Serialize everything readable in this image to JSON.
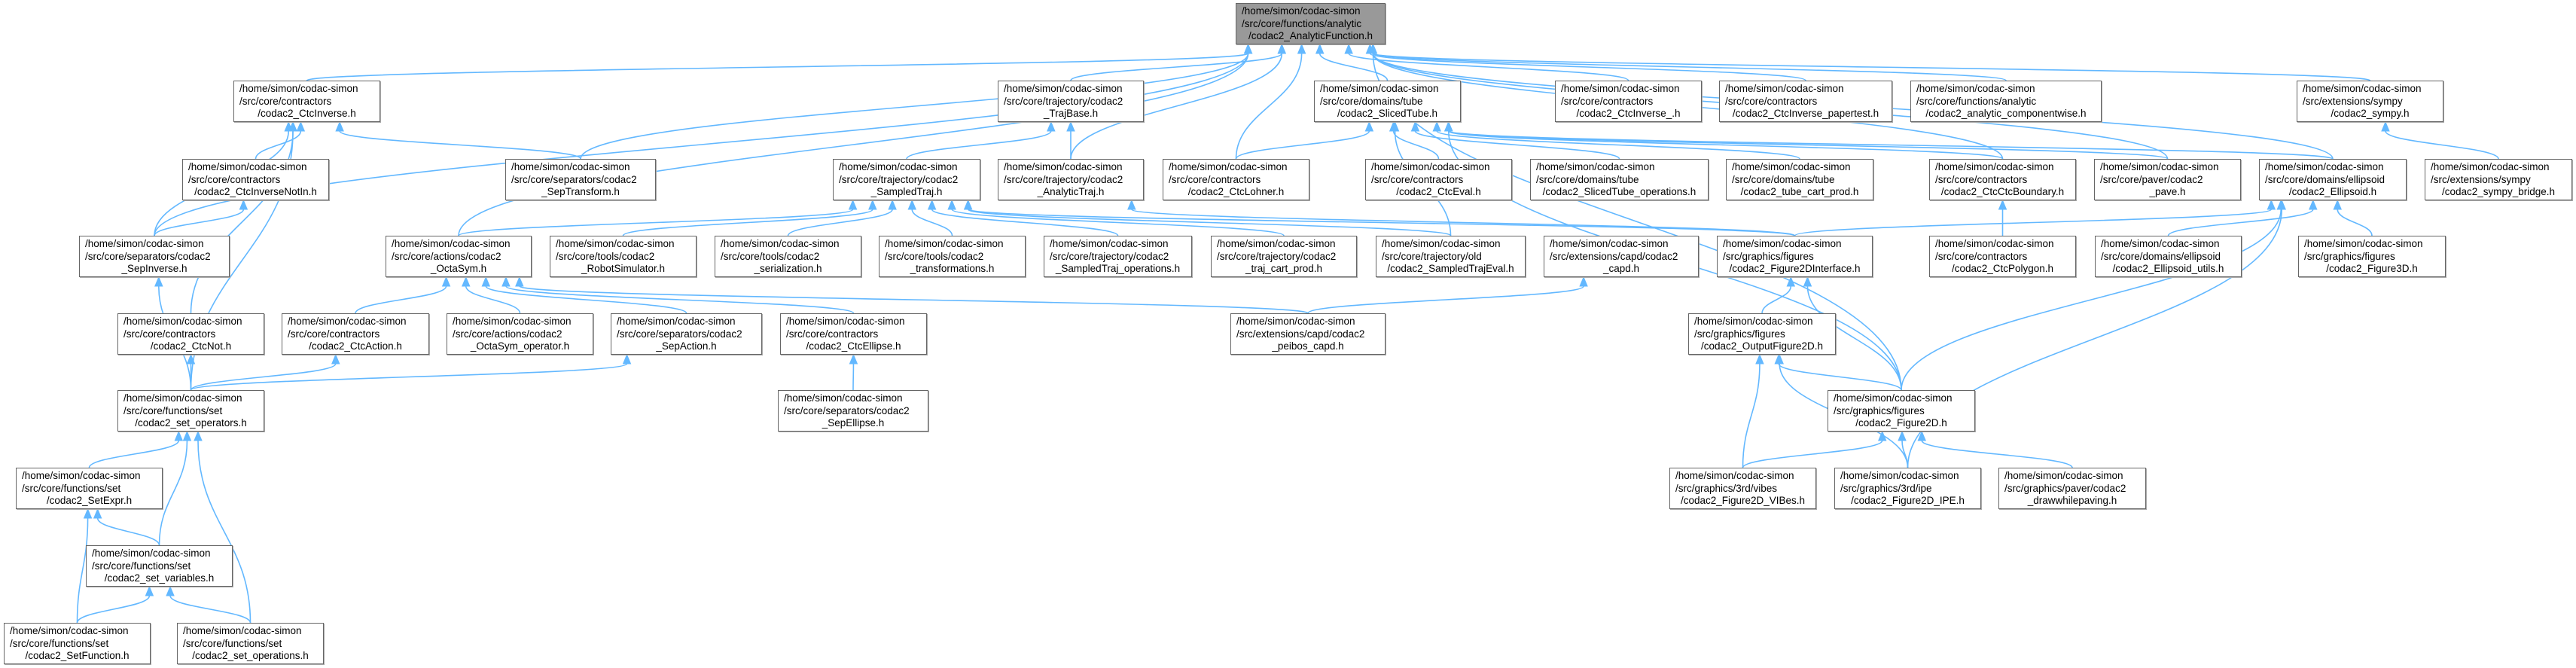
{
  "graph": {
    "edge_color": "#63b8ff",
    "root_fill": "#999999",
    "nodes": [
      {
        "id": "root",
        "lines": [
          "/home/simon/codac-simon",
          "/src/core/functions/analytic",
          "/codac2_AnalyticFunction.h"
        ]
      },
      {
        "id": "ctcinverse",
        "lines": [
          "/home/simon/codac-simon",
          "/src/core/contractors",
          "/codac2_CtcInverse.h"
        ]
      },
      {
        "id": "trajbase",
        "lines": [
          "/home/simon/codac-simon",
          "/src/core/trajectory/codac2",
          "_TrajBase.h"
        ]
      },
      {
        "id": "slicedtube",
        "lines": [
          "/home/simon/codac-simon",
          "/src/core/domains/tube",
          "/codac2_SlicedTube.h"
        ]
      },
      {
        "id": "ctcinverse_",
        "lines": [
          "/home/simon/codac-simon",
          "/src/core/contractors",
          "/codac2_CtcInverse_.h"
        ]
      },
      {
        "id": "papertest",
        "lines": [
          "/home/simon/codac-simon",
          "/src/core/contractors",
          "/codac2_CtcInverse_papertest.h"
        ]
      },
      {
        "id": "componentwise",
        "lines": [
          "/home/simon/codac-simon",
          "/src/core/functions/analytic",
          "/codac2_analytic_componentwise.h"
        ]
      },
      {
        "id": "sympy",
        "lines": [
          "/home/simon/codac-simon",
          "/src/extensions/sympy",
          "/codac2_sympy.h"
        ]
      },
      {
        "id": "ctcinversenotin",
        "lines": [
          "/home/simon/codac-simon",
          "/src/core/contractors",
          "/codac2_CtcInverseNotIn.h"
        ]
      },
      {
        "id": "septransform",
        "lines": [
          "/home/simon/codac-simon",
          "/src/core/separators/codac2",
          "_SepTransform.h"
        ]
      },
      {
        "id": "sampledtraj",
        "lines": [
          "/home/simon/codac-simon",
          "/src/core/trajectory/codac2",
          "_SampledTraj.h"
        ]
      },
      {
        "id": "analytictraj",
        "lines": [
          "/home/simon/codac-simon",
          "/src/core/trajectory/codac2",
          "_AnalyticTraj.h"
        ]
      },
      {
        "id": "ctclohner",
        "lines": [
          "/home/simon/codac-simon",
          "/src/core/contractors",
          "/codac2_CtcLohner.h"
        ]
      },
      {
        "id": "ctceval",
        "lines": [
          "/home/simon/codac-simon",
          "/src/core/contractors",
          "/codac2_CtcEval.h"
        ]
      },
      {
        "id": "slicedtubeops",
        "lines": [
          "/home/simon/codac-simon",
          "/src/core/domains/tube",
          "/codac2_SlicedTube_operations.h"
        ]
      },
      {
        "id": "tubecartprod",
        "lines": [
          "/home/simon/codac-simon",
          "/src/core/domains/tube",
          "/codac2_tube_cart_prod.h"
        ]
      },
      {
        "id": "ctcctcboundary",
        "lines": [
          "/home/simon/codac-simon",
          "/src/core/contractors",
          "/codac2_CtcCtcBoundary.h"
        ]
      },
      {
        "id": "pave",
        "lines": [
          "/home/simon/codac-simon",
          "/src/core/paver/codac2",
          "_pave.h"
        ]
      },
      {
        "id": "ellipsoid",
        "lines": [
          "/home/simon/codac-simon",
          "/src/core/domains/ellipsoid",
          "/codac2_Ellipsoid.h"
        ]
      },
      {
        "id": "sympybridge",
        "lines": [
          "/home/simon/codac-simon",
          "/src/extensions/sympy",
          "/codac2_sympy_bridge.h"
        ]
      },
      {
        "id": "sepinverse",
        "lines": [
          "/home/simon/codac-simon",
          "/src/core/separators/codac2",
          "_SepInverse.h"
        ]
      },
      {
        "id": "octasym",
        "lines": [
          "/home/simon/codac-simon",
          "/src/core/actions/codac2",
          "_OctaSym.h"
        ]
      },
      {
        "id": "robotsim",
        "lines": [
          "/home/simon/codac-simon",
          "/src/core/tools/codac2",
          "_RobotSimulator.h"
        ]
      },
      {
        "id": "serialization",
        "lines": [
          "/home/simon/codac-simon",
          "/src/core/tools/codac2",
          "_serialization.h"
        ]
      },
      {
        "id": "transformations",
        "lines": [
          "/home/simon/codac-simon",
          "/src/core/tools/codac2",
          "_transformations.h"
        ]
      },
      {
        "id": "sampledtrajops",
        "lines": [
          "/home/simon/codac-simon",
          "/src/core/trajectory/codac2",
          "_SampledTraj_operations.h"
        ]
      },
      {
        "id": "trajcartprod",
        "lines": [
          "/home/simon/codac-simon",
          "/src/core/trajectory/codac2",
          "_traj_cart_prod.h"
        ]
      },
      {
        "id": "sampledtrajeval",
        "lines": [
          "/home/simon/codac-simon",
          "/src/core/trajectory/old",
          "/codac2_SampledTrajEval.h"
        ]
      },
      {
        "id": "capd",
        "lines": [
          "/home/simon/codac-simon",
          "/src/extensions/capd/codac2",
          "_capd.h"
        ]
      },
      {
        "id": "fig2dinterface",
        "lines": [
          "/home/simon/codac-simon",
          "/src/graphics/figures",
          "/codac2_Figure2DInterface.h"
        ]
      },
      {
        "id": "ctcpolygon",
        "lines": [
          "/home/simon/codac-simon",
          "/src/core/contractors",
          "/codac2_CtcPolygon.h"
        ]
      },
      {
        "id": "ellipsoidutils",
        "lines": [
          "/home/simon/codac-simon",
          "/src/core/domains/ellipsoid",
          "/codac2_Ellipsoid_utils.h"
        ]
      },
      {
        "id": "figure3d",
        "lines": [
          "/home/simon/codac-simon",
          "/src/graphics/figures",
          "/codac2_Figure3D.h"
        ]
      },
      {
        "id": "ctcnot",
        "lines": [
          "/home/simon/codac-simon",
          "/src/core/contractors",
          "/codac2_CtcNot.h"
        ]
      },
      {
        "id": "ctcaction",
        "lines": [
          "/home/simon/codac-simon",
          "/src/core/contractors",
          "/codac2_CtcAction.h"
        ]
      },
      {
        "id": "octasymop",
        "lines": [
          "/home/simon/codac-simon",
          "/src/core/actions/codac2",
          "_OctaSym_operator.h"
        ]
      },
      {
        "id": "sepaction",
        "lines": [
          "/home/simon/codac-simon",
          "/src/core/separators/codac2",
          "_SepAction.h"
        ]
      },
      {
        "id": "ctcellipse",
        "lines": [
          "/home/simon/codac-simon",
          "/src/core/contractors",
          "/codac2_CtcEllipse.h"
        ]
      },
      {
        "id": "peiboscapd",
        "lines": [
          "/home/simon/codac-simon",
          "/src/extensions/capd/codac2",
          "_peibos_capd.h"
        ]
      },
      {
        "id": "outputfig2d",
        "lines": [
          "/home/simon/codac-simon",
          "/src/graphics/figures",
          "/codac2_OutputFigure2D.h"
        ]
      },
      {
        "id": "setoperators",
        "lines": [
          "/home/simon/codac-simon",
          "/src/core/functions/set",
          "/codac2_set_operators.h"
        ]
      },
      {
        "id": "sepellipse",
        "lines": [
          "/home/simon/codac-simon",
          "/src/core/separators/codac2",
          "_SepEllipse.h"
        ]
      },
      {
        "id": "figure2d",
        "lines": [
          "/home/simon/codac-simon",
          "/src/graphics/figures",
          "/codac2_Figure2D.h"
        ]
      },
      {
        "id": "setexpr",
        "lines": [
          "/home/simon/codac-simon",
          "/src/core/functions/set",
          "/codac2_SetExpr.h"
        ]
      },
      {
        "id": "vibes",
        "lines": [
          "/home/simon/codac-simon",
          "/src/graphics/3rd/vibes",
          "/codac2_Figure2D_VIBes.h"
        ]
      },
      {
        "id": "ipe",
        "lines": [
          "/home/simon/codac-simon",
          "/src/graphics/3rd/ipe",
          "/codac2_Figure2D_IPE.h"
        ]
      },
      {
        "id": "drawwhilepaving",
        "lines": [
          "/home/simon/codac-simon",
          "/src/graphics/paver/codac2",
          "_drawwhilepaving.h"
        ]
      },
      {
        "id": "setvariables",
        "lines": [
          "/home/simon/codac-simon",
          "/src/core/functions/set",
          "/codac2_set_variables.h"
        ]
      },
      {
        "id": "setfunction",
        "lines": [
          "/home/simon/codac-simon",
          "/src/core/functions/set",
          "/codac2_SetFunction.h"
        ]
      },
      {
        "id": "setoperations",
        "lines": [
          "/home/simon/codac-simon",
          "/src/core/functions/set",
          "/codac2_set_operations.h"
        ]
      }
    ],
    "edges": [
      [
        "ctcinverse",
        "root"
      ],
      [
        "trajbase",
        "root"
      ],
      [
        "slicedtube",
        "root"
      ],
      [
        "ctcinverse_",
        "root"
      ],
      [
        "papertest",
        "root"
      ],
      [
        "componentwise",
        "root"
      ],
      [
        "sympy",
        "root"
      ],
      [
        "septransform",
        "root"
      ],
      [
        "analytictraj",
        "root"
      ],
      [
        "ctclohner",
        "root"
      ],
      [
        "octasym",
        "root"
      ],
      [
        "sepinverse",
        "root"
      ],
      [
        "ctcctcboundary",
        "root"
      ],
      [
        "pave",
        "root"
      ],
      [
        "ellipsoid",
        "root"
      ],
      [
        "figure2d",
        "root"
      ],
      [
        "ctcinversenotin",
        "ctcinverse"
      ],
      [
        "septransform",
        "ctcinverse"
      ],
      [
        "sepinverse",
        "ctcinverse"
      ],
      [
        "ctcnot",
        "ctcinverse"
      ],
      [
        "setoperators",
        "ctcinverse"
      ],
      [
        "sepinverse",
        "ctcinversenotin"
      ],
      [
        "setoperators",
        "sepinverse"
      ],
      [
        "sampledtraj",
        "trajbase"
      ],
      [
        "analytictraj",
        "trajbase"
      ],
      [
        "ctclohner",
        "slicedtube"
      ],
      [
        "ctceval",
        "slicedtube"
      ],
      [
        "slicedtubeops",
        "slicedtube"
      ],
      [
        "tubecartprod",
        "slicedtube"
      ],
      [
        "ctcctcboundary",
        "slicedtube"
      ],
      [
        "pave",
        "slicedtube"
      ],
      [
        "ellipsoid",
        "slicedtube"
      ],
      [
        "sampledtrajeval",
        "slicedtube"
      ],
      [
        "figure2d",
        "slicedtube"
      ],
      [
        "octasym",
        "sampledtraj"
      ],
      [
        "robotsim",
        "sampledtraj"
      ],
      [
        "serialization",
        "sampledtraj"
      ],
      [
        "transformations",
        "sampledtraj"
      ],
      [
        "sampledtrajops",
        "sampledtraj"
      ],
      [
        "trajcartprod",
        "sampledtraj"
      ],
      [
        "sampledtrajeval",
        "sampledtraj"
      ],
      [
        "fig2dinterface",
        "sampledtraj"
      ],
      [
        "fig2dinterface",
        "analytictraj"
      ],
      [
        "ctcaction",
        "octasym"
      ],
      [
        "octasymop",
        "octasym"
      ],
      [
        "sepaction",
        "octasym"
      ],
      [
        "ctcellipse",
        "octasym"
      ],
      [
        "peiboscapd",
        "octasym"
      ],
      [
        "setoperators",
        "ctcaction"
      ],
      [
        "setoperators",
        "ctcnot"
      ],
      [
        "setoperators",
        "sepaction"
      ],
      [
        "sepellipse",
        "ctcellipse"
      ],
      [
        "peiboscapd",
        "capd"
      ],
      [
        "outputfig2d",
        "fig2dinterface"
      ],
      [
        "figure2d",
        "fig2dinterface"
      ],
      [
        "fig2dinterface",
        "ellipsoid"
      ],
      [
        "ellipsoidutils",
        "ellipsoid"
      ],
      [
        "figure3d",
        "ellipsoid"
      ],
      [
        "figure2d",
        "ellipsoid"
      ],
      [
        "ipe",
        "ellipsoid"
      ],
      [
        "ctcpolygon",
        "ctcctcboundary"
      ],
      [
        "sympybridge",
        "sympy"
      ],
      [
        "vibes",
        "outputfig2d"
      ],
      [
        "ipe",
        "outputfig2d"
      ],
      [
        "figure2d",
        "outputfig2d"
      ],
      [
        "vibes",
        "figure2d"
      ],
      [
        "ipe",
        "figure2d"
      ],
      [
        "drawwhilepaving",
        "figure2d"
      ],
      [
        "setexpr",
        "setoperators"
      ],
      [
        "setvariables",
        "setoperators"
      ],
      [
        "setoperations",
        "setoperators"
      ],
      [
        "setvariables",
        "setexpr"
      ],
      [
        "setfunction",
        "setexpr"
      ],
      [
        "setfunction",
        "setvariables"
      ],
      [
        "setoperations",
        "setvariables"
      ]
    ]
  }
}
